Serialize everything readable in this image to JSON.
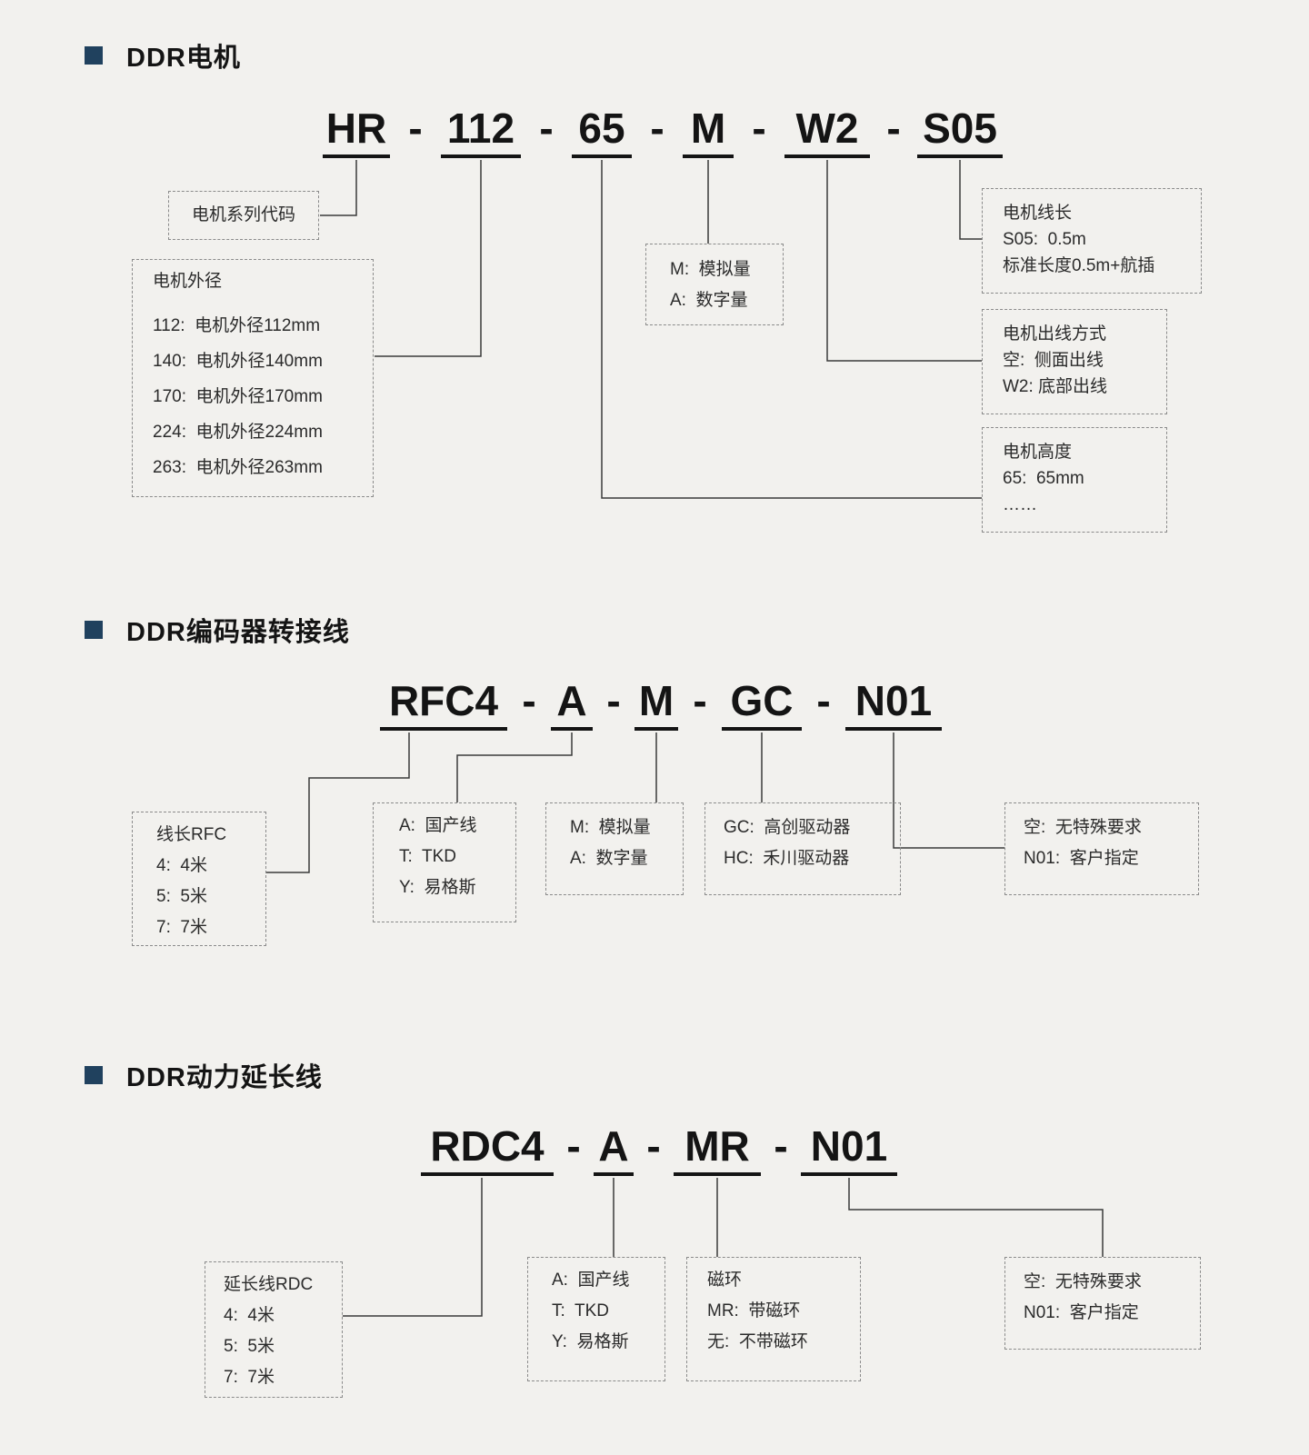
{
  "ui": {
    "separator": "-",
    "colors": {
      "background": "#f2f1ee",
      "bullet": "#20415e",
      "text": "#1c1c1c",
      "box_border": "#8b8b8b"
    }
  },
  "sections": {
    "motor": {
      "title": "DDR电机",
      "code": [
        "HR",
        "112",
        "65",
        "M",
        "W2",
        "S05"
      ],
      "boxes": {
        "series": {
          "line1": "电机系列代码"
        },
        "diameter": {
          "title": "电机外径",
          "item1": "112:  电机外径112mm",
          "item2": "140:  电机外径140mm",
          "item3": "170:  电机外径170mm",
          "item4": "224:  电机外径224mm",
          "item5": "263:  电机外径263mm"
        },
        "signal": {
          "item1": "M:  模拟量",
          "item2": "A:  数字量"
        },
        "cable_length": {
          "title": "电机线长",
          "item1": "S05:  0.5m",
          "item2": "标准长度0.5m+航插"
        },
        "outlet": {
          "title": "电机出线方式",
          "item1": "空:  侧面出线",
          "item2": "W2: 底部出线"
        },
        "height": {
          "title": "电机高度",
          "item1": "65:  65mm",
          "item2": "……"
        }
      }
    },
    "encoder": {
      "title": "DDR编码器转接线",
      "code": [
        "RFC4",
        "A",
        "M",
        "GC",
        "N01"
      ],
      "boxes": {
        "length": {
          "title": "线长RFC",
          "item1": "4:  4米",
          "item2": "5:  5米",
          "item3": "7:  7米"
        },
        "brand": {
          "item1": "A:  国产线",
          "item2": "T:  TKD",
          "item3": "Y:  易格斯"
        },
        "signal": {
          "item1": "M:  模拟量",
          "item2": "A:  数字量"
        },
        "driver": {
          "item1": "GC:  高创驱动器",
          "item2": "HC:  禾川驱动器"
        },
        "special": {
          "item1": "空:  无特殊要求",
          "item2": "N01:  客户指定"
        }
      }
    },
    "power": {
      "title": "DDR动力延长线",
      "code": [
        "RDC4",
        "A",
        "MR",
        "N01"
      ],
      "boxes": {
        "length": {
          "title": "延长线RDC",
          "item1": "4:  4米",
          "item2": "5:  5米",
          "item3": "7:  7米"
        },
        "brand": {
          "item1": "A:  国产线",
          "item2": "T:  TKD",
          "item3": "Y:  易格斯"
        },
        "ring": {
          "title": "磁环",
          "item1": "MR:  带磁环",
          "item2": "无:  不带磁环"
        },
        "special": {
          "item1": "空:  无特殊要求",
          "item2": "N01:  客户指定"
        }
      }
    }
  }
}
